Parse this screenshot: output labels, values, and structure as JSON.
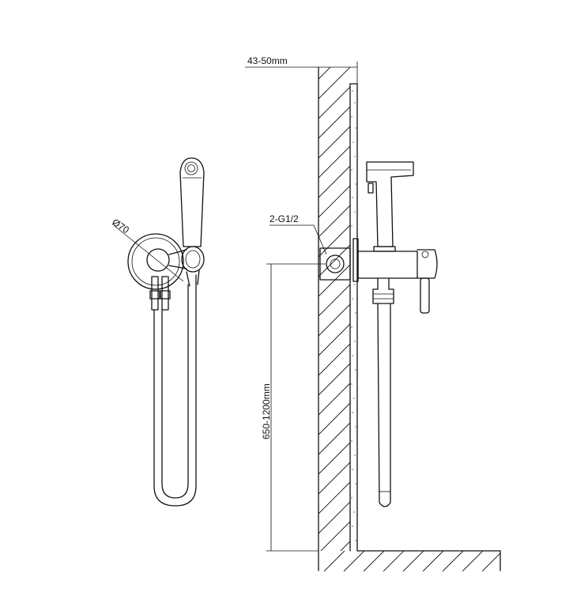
{
  "labels": {
    "wall_thickness": "43-50mm",
    "thread": "2-G1/2",
    "diameter": "Ø70",
    "height": "650-1200mm"
  }
}
